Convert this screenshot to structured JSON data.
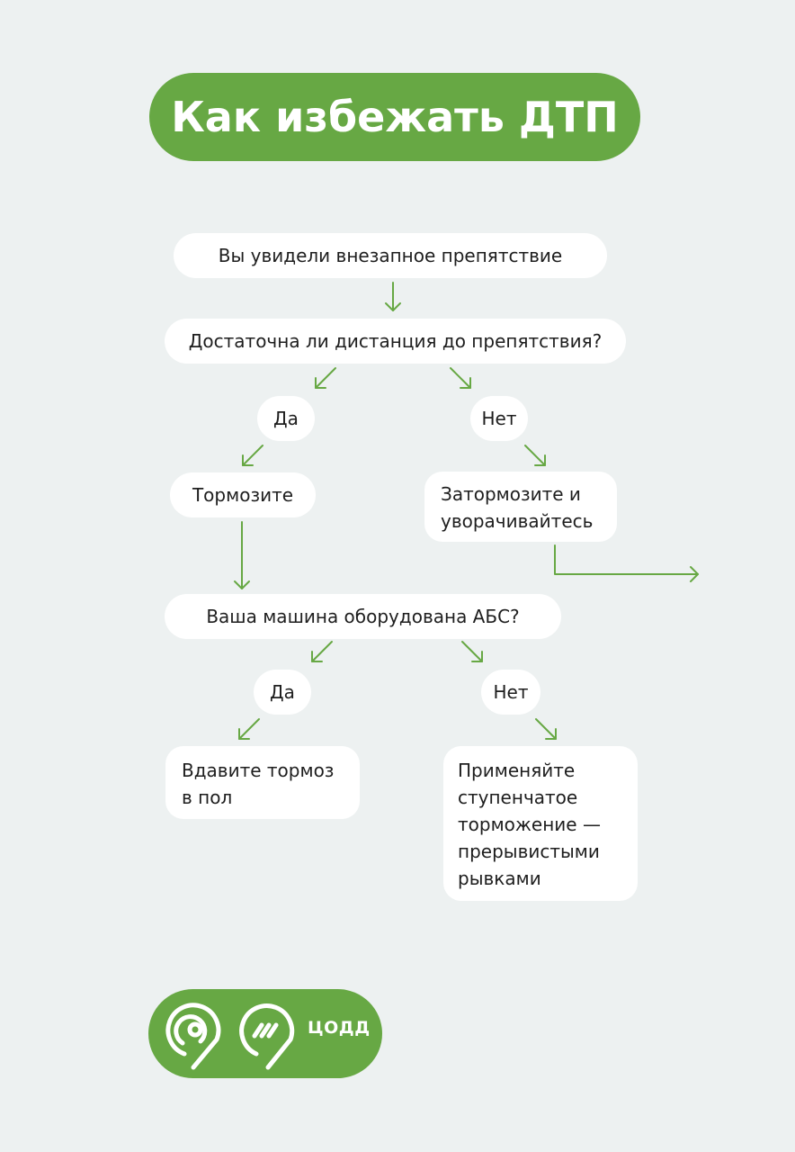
{
  "title": "Как избежать ДТП",
  "nodes": {
    "start": "Вы увидели внезапное препятствие",
    "q1": "Достаточна ли дистанция до препятствия?",
    "q1_yes": "Да",
    "q1_no": "Нет",
    "brake": "Тормозите",
    "brake_swerve": "Затормозите и уворачивайтесь",
    "q2": "Ваша машина оборудована АБС?",
    "q2_yes": "Да",
    "q2_no": "Нет",
    "press_floor": "Вдавите тормоз в пол",
    "step_braking": "Применяйте ступенчатое торможение — прерывистыми рывками"
  },
  "logo": {
    "text": "ЦОДД"
  },
  "colors": {
    "accent": "#67a844",
    "background": "#edf1f1",
    "node": "#ffffff",
    "text": "#1e1e1e"
  }
}
